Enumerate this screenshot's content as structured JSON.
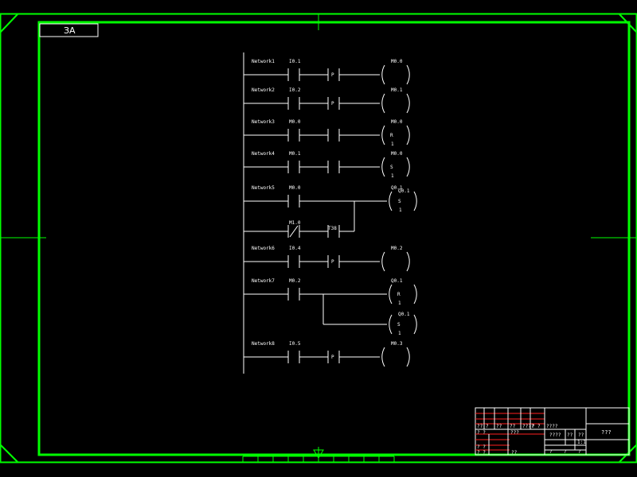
{
  "drawing": {
    "corner_code": "ЗА",
    "colors": {
      "frame": "#00ff00",
      "lines": "#ffffff",
      "grid": "#ff2020",
      "background": "#000000"
    }
  },
  "networks": [
    {
      "label": "Network1",
      "rung_type": "contact-p-coil",
      "contact": "I0.1",
      "coil": "M0.0",
      "coil_text": []
    },
    {
      "label": "Network2",
      "rung_type": "contact-p-coil",
      "contact": "I0.2",
      "coil": "M0.1",
      "coil_text": []
    },
    {
      "label": "Network3",
      "rung_type": "two-contacts-coil",
      "contact": "M0.0",
      "coil": "M0.0",
      "coil_text": [
        "R",
        "1"
      ]
    },
    {
      "label": "Network4",
      "rung_type": "two-contacts-coil",
      "contact": "M0.1",
      "coil": "M0.0",
      "coil_text": [
        "S",
        "1"
      ]
    },
    {
      "label": "Network5",
      "rung_type": "branch-nc",
      "contact": "M0.0",
      "coil": "Q0.1",
      "coil_text": [
        "S",
        "1"
      ],
      "branch_contact": "M1.0",
      "branch_contact2": "T38"
    },
    {
      "label": "Network6",
      "rung_type": "contact-p-coil",
      "contact": "I0.4",
      "coil": "M0.2",
      "coil_text": []
    },
    {
      "label": "Network7",
      "rung_type": "parallel-coils",
      "contact": "M0.2",
      "coil": "Q0.1",
      "coil_text": [
        "R",
        "1"
      ],
      "coil2": "Q0.1",
      "coil2_text": [
        "S",
        "1"
      ]
    },
    {
      "label": "Network8",
      "rung_type": "contact-p-coil",
      "contact": "I0.5",
      "coil": "M0.3",
      "coil_text": []
    }
  ],
  "p_label": "P",
  "title_block": {
    "header_cells": [
      "??",
      "?",
      "??",
      "??",
      "????",
      "?",
      "?",
      "????"
    ],
    "row_a": [
      "? ?",
      "???"
    ],
    "row_b": [
      "????",
      "??",
      "??"
    ],
    "scale": "1:1",
    "row_c": [
      "? ?",
      "? ?",
      "??"
    ],
    "bottom": [
      "?",
      "?",
      "?"
    ],
    "drawing_name": "???"
  }
}
